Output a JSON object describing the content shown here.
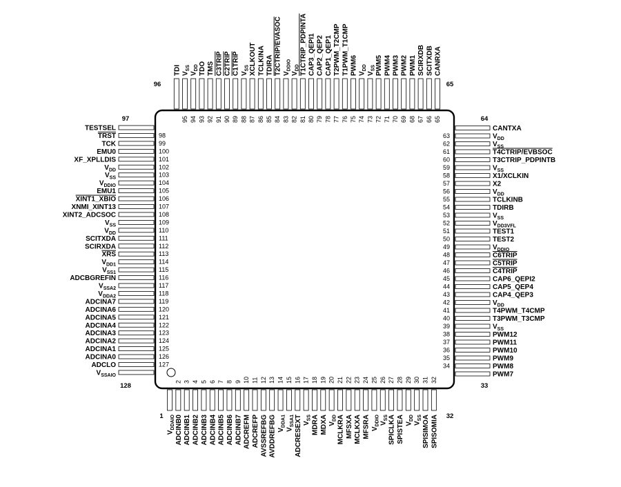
{
  "package": {
    "corner_labels": {
      "top_left": "96",
      "top_right": "65",
      "left_top": "97",
      "right_top": "64",
      "left_bottom": "128",
      "right_bottom": "33",
      "bottom_left": "1",
      "bottom_right": "32"
    }
  },
  "pins": {
    "bottom": [
      {
        "n": 1,
        "label": "V_DDAIO"
      },
      {
        "n": 2,
        "label": "ADCINB0"
      },
      {
        "n": 3,
        "label": "ADCINB1"
      },
      {
        "n": 4,
        "label": "ADCINB2"
      },
      {
        "n": 5,
        "label": "ADCINB3"
      },
      {
        "n": 6,
        "label": "ADCINB4"
      },
      {
        "n": 7,
        "label": "ADCINB5"
      },
      {
        "n": 8,
        "label": "ADCINB6"
      },
      {
        "n": 9,
        "label": "ADCINB7"
      },
      {
        "n": 10,
        "label": "ADCREFM"
      },
      {
        "n": 11,
        "label": "ADCREFP"
      },
      {
        "n": 12,
        "label": "AVSSREFBG"
      },
      {
        "n": 13,
        "label": "AVDDREFBG"
      },
      {
        "n": 14,
        "label": "V_DDA1"
      },
      {
        "n": 15,
        "label": "V_SSA1"
      },
      {
        "n": 16,
        "label": "ADCRESEXT"
      },
      {
        "n": 17,
        "label": "V_SS"
      },
      {
        "n": 18,
        "label": "MDRA"
      },
      {
        "n": 19,
        "label": "MDXA"
      },
      {
        "n": 20,
        "label": "V_DD"
      },
      {
        "n": 21,
        "label": "MCLKRA"
      },
      {
        "n": 22,
        "label": "MFSXA"
      },
      {
        "n": 23,
        "label": "MCLKXA"
      },
      {
        "n": 24,
        "label": "MFSRA"
      },
      {
        "n": 25,
        "label": "V_DDIO"
      },
      {
        "n": 26,
        "label": "V_SS"
      },
      {
        "n": 27,
        "label": "SPICLKA"
      },
      {
        "n": 28,
        "label": "SPISTEA"
      },
      {
        "n": 29,
        "label": "V_DD"
      },
      {
        "n": 30,
        "label": "V_SS"
      },
      {
        "n": 31,
        "label": "SPISIMOA"
      },
      {
        "n": 32,
        "label": "SPISOMIA"
      }
    ],
    "right": [
      {
        "n": 33,
        "label": "PWM7"
      },
      {
        "n": 34,
        "label": "PWM8"
      },
      {
        "n": 35,
        "label": "PWM9"
      },
      {
        "n": 36,
        "label": "PWM10"
      },
      {
        "n": 37,
        "label": "PWM11"
      },
      {
        "n": 38,
        "label": "PWM12"
      },
      {
        "n": 39,
        "label": "V_SS"
      },
      {
        "n": 40,
        "label": "T3PWM_T3CMP"
      },
      {
        "n": 41,
        "label": "T4PWM_T4CMP"
      },
      {
        "n": 42,
        "label": "V_DD"
      },
      {
        "n": 43,
        "label": "CAP4_QEP3"
      },
      {
        "n": 44,
        "label": "CAP5_QEP4"
      },
      {
        "n": 45,
        "label": "CAP6_QEPI2"
      },
      {
        "n": 46,
        "label": "C4TRIP",
        "ol": true
      },
      {
        "n": 47,
        "label": "C5TRIP",
        "ol": true
      },
      {
        "n": 48,
        "label": "C6TRIP",
        "ol": true
      },
      {
        "n": 49,
        "label": "V_DDIO"
      },
      {
        "n": 50,
        "label": "TEST2"
      },
      {
        "n": 51,
        "label": "TEST1"
      },
      {
        "n": 52,
        "label": "V_DD3VFL"
      },
      {
        "n": 53,
        "label": "V_SS"
      },
      {
        "n": 54,
        "label": "TDIRB"
      },
      {
        "n": 55,
        "label": "TCLKINB"
      },
      {
        "n": 56,
        "label": "V_DD"
      },
      {
        "n": 57,
        "label": "X2"
      },
      {
        "n": 58,
        "label": "X1/XCLKIN"
      },
      {
        "n": 59,
        "label": "V_SS"
      },
      {
        "n": 60,
        "label": "T3CTRIP_PDPINTB"
      },
      {
        "n": 61,
        "label": "T4CTRIP/EVBSOC",
        "ol": true
      },
      {
        "n": 62,
        "label": "V_SS"
      },
      {
        "n": 63,
        "label": "V_DD"
      },
      {
        "n": 64,
        "label": "CANTXA"
      }
    ],
    "top": [
      {
        "n": 65,
        "label": "CANRXA"
      },
      {
        "n": 66,
        "label": "SCITXDB"
      },
      {
        "n": 67,
        "label": "SCIRXDB"
      },
      {
        "n": 68,
        "label": "PWM1"
      },
      {
        "n": 69,
        "label": "PWM2"
      },
      {
        "n": 70,
        "label": "PWM3"
      },
      {
        "n": 71,
        "label": "PWM4"
      },
      {
        "n": 72,
        "label": "PWM5"
      },
      {
        "n": 73,
        "label": "V_SS"
      },
      {
        "n": 74,
        "label": "V_DD"
      },
      {
        "n": 75,
        "label": "PWM6"
      },
      {
        "n": 76,
        "label": "T1PWM_T1CMP"
      },
      {
        "n": 77,
        "label": "T2PWM_T2CMP"
      },
      {
        "n": 78,
        "label": "CAP1_QEP1"
      },
      {
        "n": 79,
        "label": "CAP2_QEP2"
      },
      {
        "n": 80,
        "label": "CAP3_QEPI1"
      },
      {
        "n": 81,
        "label": "T1CTRIP_PDPINTA",
        "ol": true
      },
      {
        "n": 82,
        "label": "V_DD"
      },
      {
        "n": 83,
        "label": "V_DDIO"
      },
      {
        "n": 84,
        "label": "T2CTRIP/EVASOC",
        "ol": true
      },
      {
        "n": 85,
        "label": "TDIRA"
      },
      {
        "n": 86,
        "label": "TCLKINA"
      },
      {
        "n": 87,
        "label": "XCLKOUT"
      },
      {
        "n": 88,
        "label": "V_SS"
      },
      {
        "n": 89,
        "label": "C1TRIP",
        "ol": true
      },
      {
        "n": 90,
        "label": "C2TRIP",
        "ol": true
      },
      {
        "n": 91,
        "label": "C3TRIP",
        "ol": true
      },
      {
        "n": 92,
        "label": "TMS"
      },
      {
        "n": 93,
        "label": "TDO"
      },
      {
        "n": 94,
        "label": "V_DD"
      },
      {
        "n": 95,
        "label": "V_SS"
      },
      {
        "n": 96,
        "label": "TDI"
      }
    ],
    "left": [
      {
        "n": 97,
        "label": "TESTSEL"
      },
      {
        "n": 98,
        "label": "TRST",
        "ol": true
      },
      {
        "n": 99,
        "label": "TCK"
      },
      {
        "n": 100,
        "label": "EMU0"
      },
      {
        "n": 101,
        "label": "XF_XPLLDIS"
      },
      {
        "n": 102,
        "label": "V_DD"
      },
      {
        "n": 103,
        "label": "V_SS"
      },
      {
        "n": 104,
        "label": "V_DDIO"
      },
      {
        "n": 105,
        "label": "EMU1"
      },
      {
        "n": 106,
        "label": "XINT1_XBIO",
        "ol": true
      },
      {
        "n": 107,
        "label": "XNMI_XINT13"
      },
      {
        "n": 108,
        "label": "XINT2_ADCSOC"
      },
      {
        "n": 109,
        "label": "V_SS"
      },
      {
        "n": 110,
        "label": "V_DD"
      },
      {
        "n": 111,
        "label": "SCITXDA"
      },
      {
        "n": 112,
        "label": "SCIRXDA"
      },
      {
        "n": 113,
        "label": "XRS",
        "ol": true
      },
      {
        "n": 114,
        "label": "V_DD1"
      },
      {
        "n": 115,
        "label": "V_SS1"
      },
      {
        "n": 116,
        "label": "ADCBGREFIN"
      },
      {
        "n": 117,
        "label": "V_SSA2"
      },
      {
        "n": 118,
        "label": "V_DDA2"
      },
      {
        "n": 119,
        "label": "ADCINA7"
      },
      {
        "n": 120,
        "label": "ADCINA6"
      },
      {
        "n": 121,
        "label": "ADCINA5"
      },
      {
        "n": 122,
        "label": "ADCINA4"
      },
      {
        "n": 123,
        "label": "ADCINA3"
      },
      {
        "n": 124,
        "label": "ADCINA2"
      },
      {
        "n": 125,
        "label": "ADCINA1"
      },
      {
        "n": 126,
        "label": "ADCINA0"
      },
      {
        "n": 127,
        "label": "ADCLO"
      },
      {
        "n": 128,
        "label": "V_SSAIO"
      }
    ]
  }
}
